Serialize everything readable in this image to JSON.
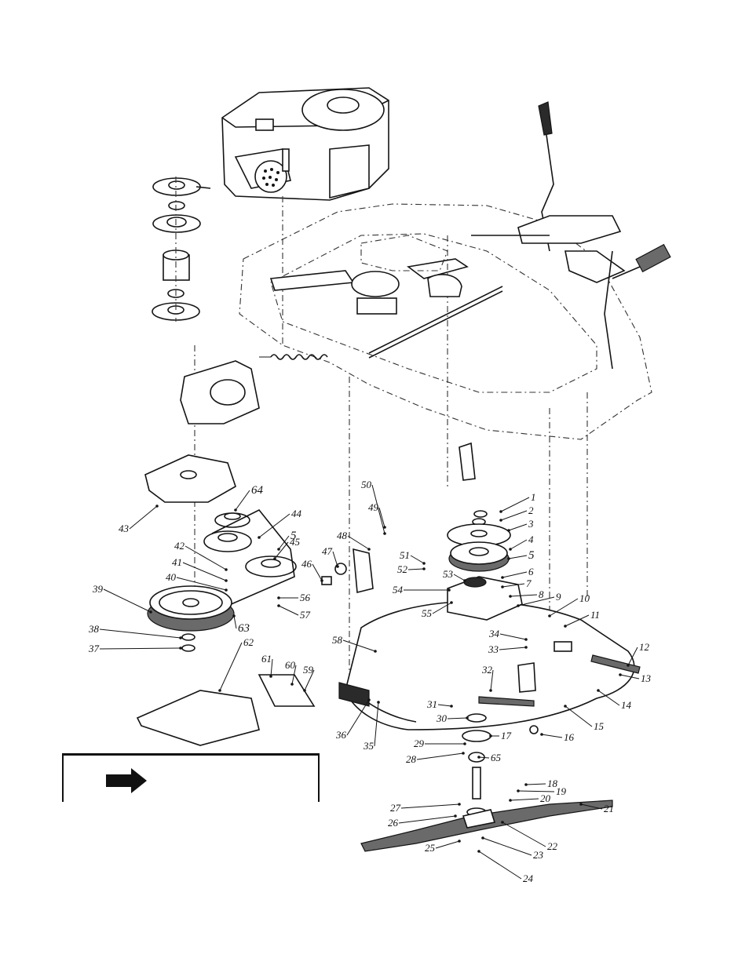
{
  "callouts": [
    {
      "n": "1"
    },
    {
      "n": "2"
    },
    {
      "n": "3"
    },
    {
      "n": "4"
    },
    {
      "n": "5"
    },
    {
      "n": "6"
    },
    {
      "n": "7"
    },
    {
      "n": "8"
    },
    {
      "n": "9"
    },
    {
      "n": "10"
    },
    {
      "n": "11"
    },
    {
      "n": "12"
    },
    {
      "n": "13"
    },
    {
      "n": "14"
    },
    {
      "n": "15"
    },
    {
      "n": "16"
    },
    {
      "n": "17"
    },
    {
      "n": "18"
    },
    {
      "n": "19"
    },
    {
      "n": "20"
    },
    {
      "n": "21"
    },
    {
      "n": "22"
    },
    {
      "n": "23"
    },
    {
      "n": "24"
    },
    {
      "n": "25"
    },
    {
      "n": "26"
    },
    {
      "n": "27"
    },
    {
      "n": "28"
    },
    {
      "n": "29"
    },
    {
      "n": "30"
    },
    {
      "n": "31"
    },
    {
      "n": "32"
    },
    {
      "n": "33"
    },
    {
      "n": "34"
    },
    {
      "n": "35"
    },
    {
      "n": "36"
    },
    {
      "n": "37"
    },
    {
      "n": "38"
    },
    {
      "n": "39"
    },
    {
      "n": "40"
    },
    {
      "n": "41"
    },
    {
      "n": "42"
    },
    {
      "n": "43"
    },
    {
      "n": "44"
    },
    {
      "n": "5"
    },
    {
      "n": "45"
    },
    {
      "n": "46"
    },
    {
      "n": "47"
    },
    {
      "n": "48"
    },
    {
      "n": "49"
    },
    {
      "n": "50"
    },
    {
      "n": "51"
    },
    {
      "n": "52"
    },
    {
      "n": "53"
    },
    {
      "n": "54"
    },
    {
      "n": "55"
    },
    {
      "n": "56"
    },
    {
      "n": "57"
    },
    {
      "n": "58"
    },
    {
      "n": "59"
    },
    {
      "n": "60"
    },
    {
      "n": "61"
    },
    {
      "n": "62"
    },
    {
      "n": "63"
    },
    {
      "n": "64"
    },
    {
      "n": "65"
    }
  ],
  "legend": {
    "icon": "right-arrow-icon"
  },
  "colors": {
    "ink": "#141414",
    "paper": "#ffffff"
  }
}
